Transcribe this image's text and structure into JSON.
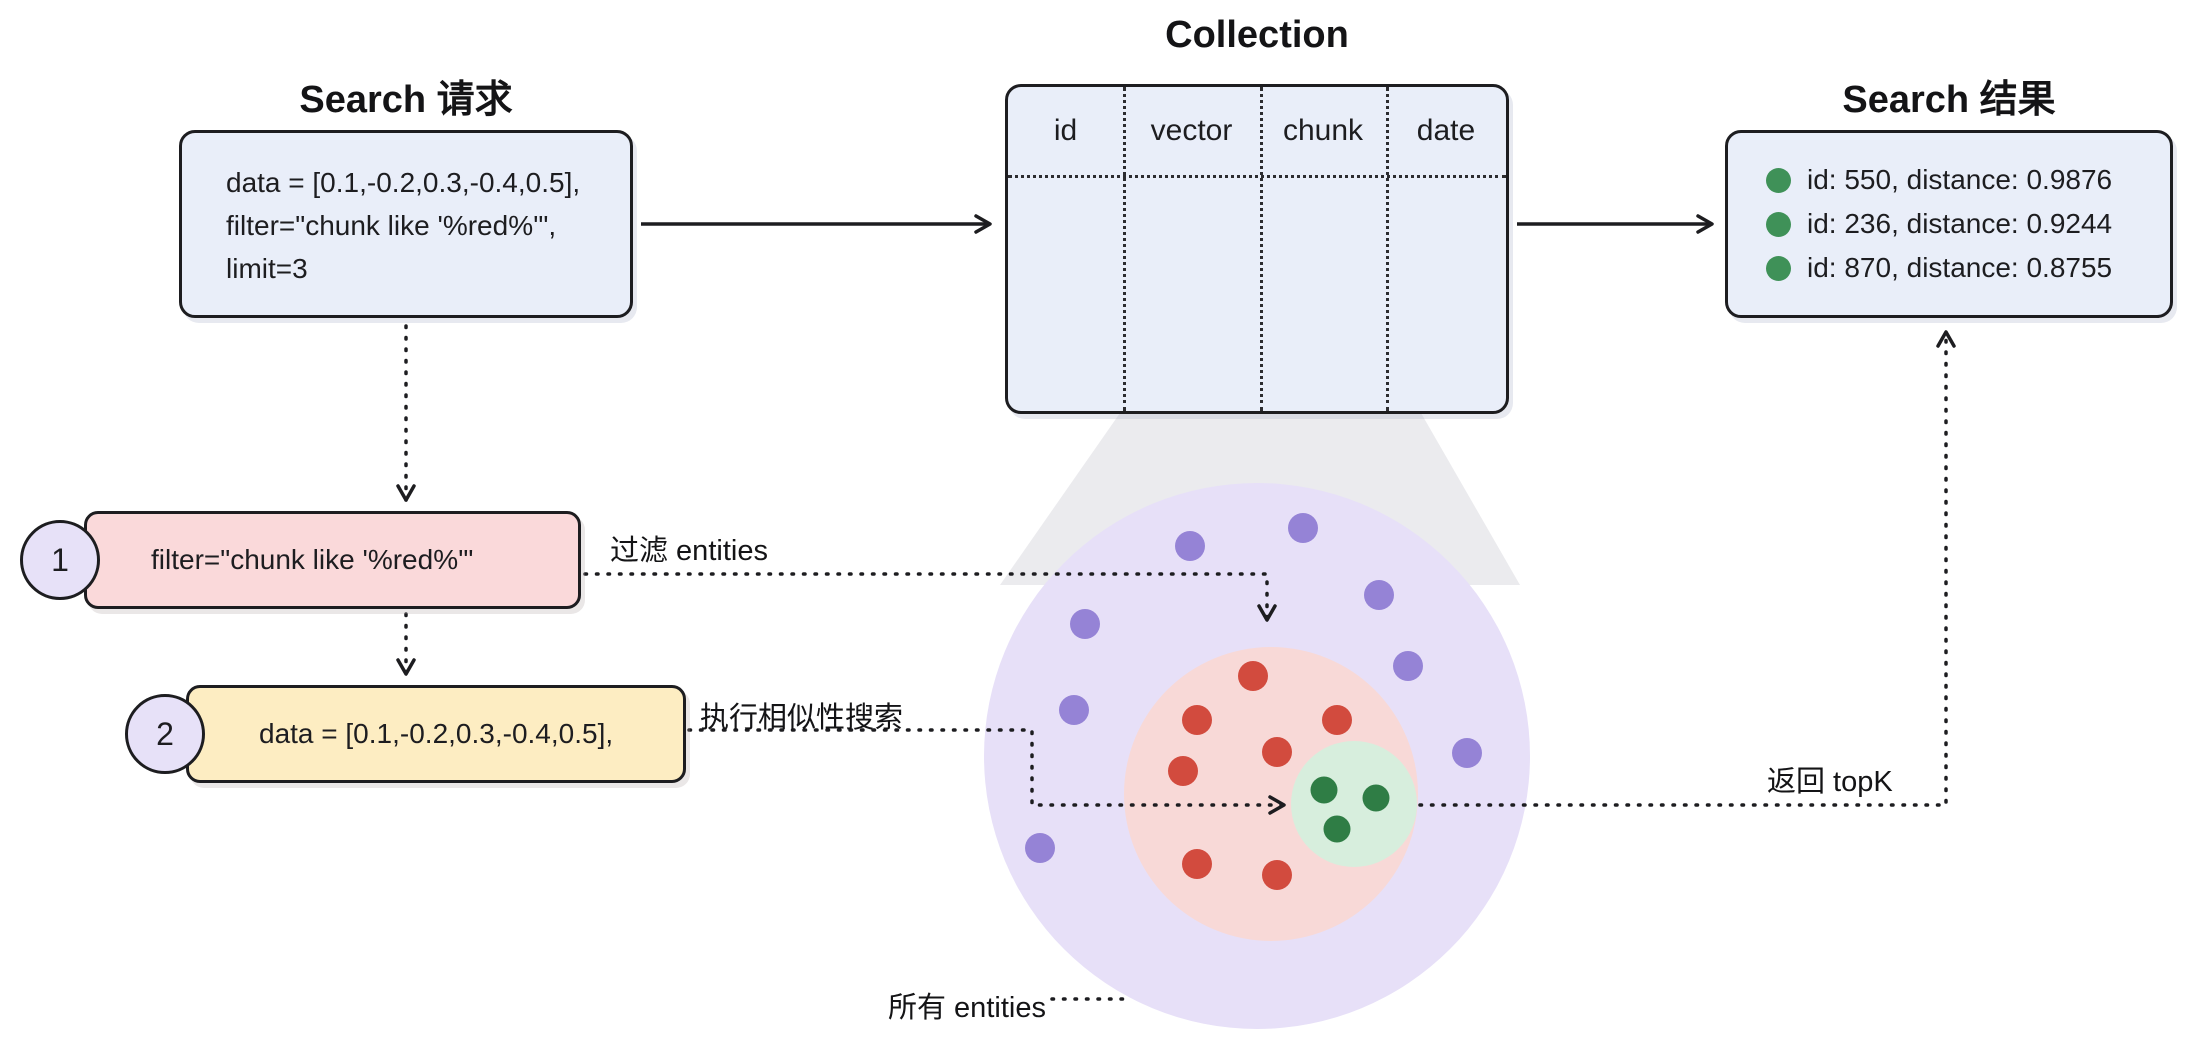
{
  "palette": {
    "border": "#1d1d20",
    "panel_fill": "#e9eef9",
    "pink_fill": "#fad9da",
    "yellow_fill": "#fdedc2",
    "badge_fill": "#e7e1f8",
    "all_entities_circle": "#e7e0f8",
    "filtered_circle": "#f8d9d7",
    "topk_circle": "#d7eedd",
    "result_dot": "#3f9158"
  },
  "request": {
    "title": "Search 请求",
    "lines": [
      "data = [0.1,-0.2,0.3,-0.4,0.5],",
      "filter=\"chunk like '%red%'\",",
      "limit=3"
    ]
  },
  "collection": {
    "title": "Collection",
    "columns": [
      "id",
      "vector",
      "chunk",
      "date"
    ]
  },
  "results": {
    "title": "Search 结果",
    "items": [
      "id: 550, distance: 0.9876",
      "id: 236, distance: 0.9244",
      "id: 870, distance: 0.8755"
    ]
  },
  "steps": [
    {
      "number": "1",
      "code": "filter=\"chunk like '%red%'\"",
      "label": "过滤 entities"
    },
    {
      "number": "2",
      "code": "data = [0.1,-0.2,0.3,-0.4,0.5],",
      "label": "执行相似性搜索"
    }
  ],
  "labels": {
    "return_topk": "返回 topK",
    "all_entities": "所有 entities"
  },
  "scatter": {
    "purple": {
      "name": "purple-entity-dot",
      "color": "#9583d6",
      "size": 30,
      "points": [
        [
          1190,
          546
        ],
        [
          1303,
          528
        ],
        [
          1085,
          624
        ],
        [
          1379,
          595
        ],
        [
          1074,
          710
        ],
        [
          1408,
          666
        ],
        [
          1467,
          753
        ],
        [
          1040,
          848
        ]
      ]
    },
    "red": {
      "name": "red-entity-dot",
      "color": "#d24b3e",
      "size": 30,
      "points": [
        [
          1253,
          676
        ],
        [
          1197,
          720
        ],
        [
          1337,
          720
        ],
        [
          1183,
          771
        ],
        [
          1277,
          752
        ],
        [
          1197,
          864
        ],
        [
          1277,
          875
        ]
      ]
    },
    "green": {
      "name": "green-entity-dot",
      "color": "#2f7d45",
      "size": 27,
      "points": [
        [
          1324,
          790
        ],
        [
          1376,
          798
        ],
        [
          1337,
          829
        ]
      ]
    }
  }
}
